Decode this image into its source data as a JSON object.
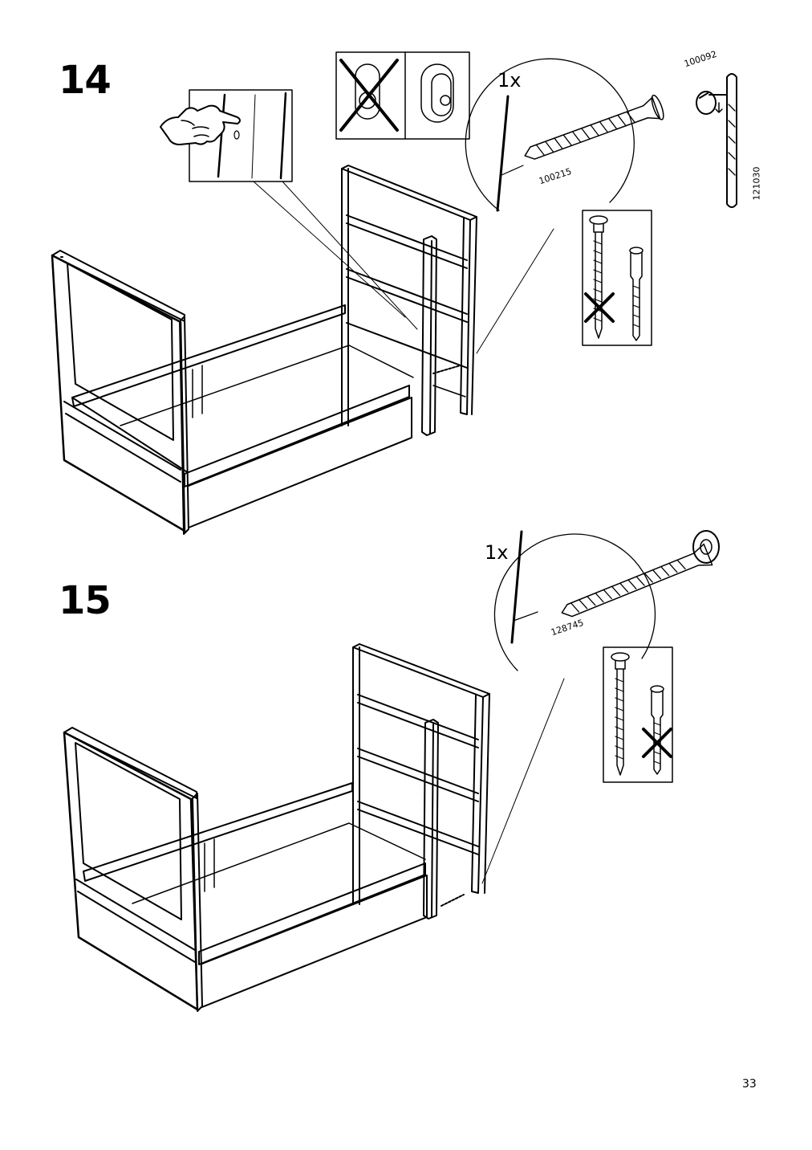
{
  "page": {
    "number": "33"
  },
  "steps": [
    {
      "number": "14",
      "quantity": "1x",
      "parts": {
        "screw": "100215",
        "cap": "100092",
        "key": "121030"
      }
    },
    {
      "number": "15",
      "quantity": "1x",
      "parts": {
        "screw": "128745"
      }
    }
  ]
}
